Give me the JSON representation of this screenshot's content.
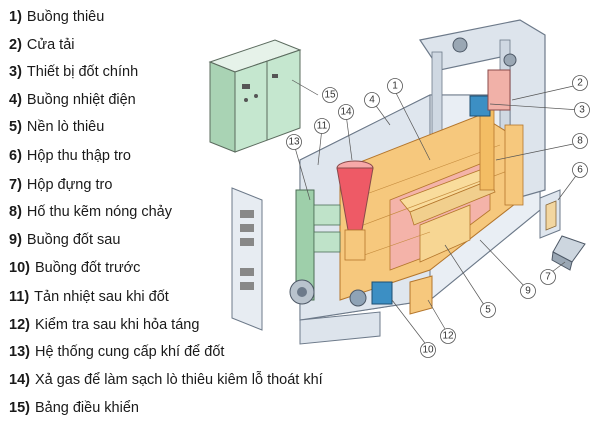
{
  "legend": [
    {
      "num": "1)",
      "text": "Buồng thiêu"
    },
    {
      "num": "2)",
      "text": "Cửa tải"
    },
    {
      "num": "3)",
      "text": "Thiết bị đốt chính"
    },
    {
      "num": "4)",
      "text": "Buồng nhiệt điện"
    },
    {
      "num": "5)",
      "text": "Nền lò thiêu"
    },
    {
      "num": "6)",
      "text": "Hộp thu thập tro"
    },
    {
      "num": "7)",
      "text": "Hộp đựng tro"
    },
    {
      "num": "8)",
      "text": "Hố thu kẽm nóng chảy"
    },
    {
      "num": "9)",
      "text": "Buồng đốt sau"
    },
    {
      "num": "10)",
      "text": "Buồng đốt trước"
    },
    {
      "num": "11)",
      "text": "Tản nhiệt sau khi đốt"
    },
    {
      "num": "12)",
      "text": "Kiểm tra sau khi hỏa táng"
    },
    {
      "num": "13)",
      "text": "Hệ thống cung cấp khí để đốt"
    },
    {
      "num": "14)",
      "text": "Xả gas để làm sạch lò thiêu kiêm lỗ thoát khí"
    },
    {
      "num": "15)",
      "text": "Bảng điều khiển"
    }
  ],
  "callouts": [
    "1",
    "2",
    "3",
    "4",
    "5",
    "6",
    "7",
    "8",
    "9",
    "10",
    "11",
    "12",
    "13",
    "14",
    "15"
  ],
  "colors": {
    "frame": "#d6dee8",
    "frame_stroke": "#6d7a8a",
    "panel_green": "#bfe3c9",
    "brick": "#f6c87d",
    "brick_stroke": "#b4762c",
    "flame": "#ee5a66",
    "blue_burner": "#3c8fc4",
    "inner_pink": "#f4b3a9"
  }
}
